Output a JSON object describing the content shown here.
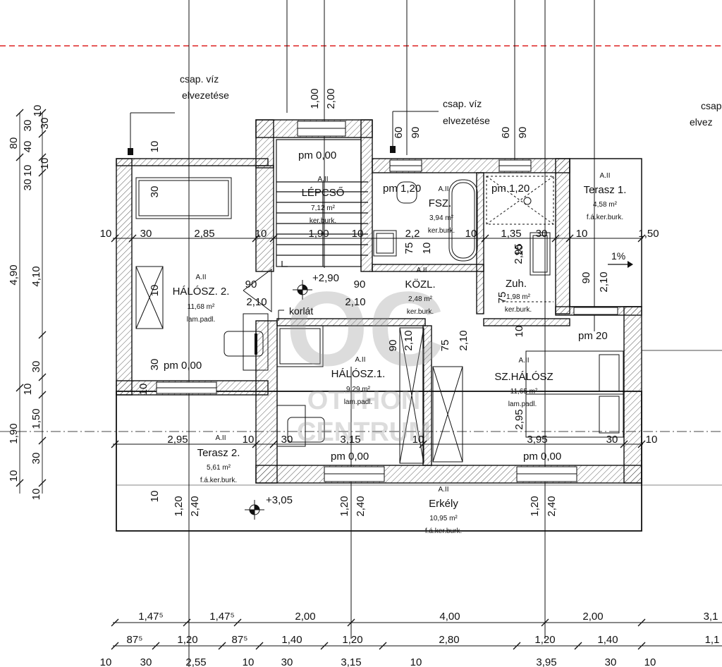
{
  "annotations": {
    "drain_left": [
      "csap. víz",
      "elvezetése"
    ],
    "drain_mid": [
      "csap. víz",
      "elvezetése"
    ],
    "drain_right": [
      "csap",
      "elvez"
    ],
    "railing": "korlát",
    "level_top": "+2,90",
    "level_balcony": "+3,05",
    "slope": "1%"
  },
  "rooms": [
    {
      "code": "A.II",
      "name": "LÉPCSŐ",
      "area": "7,12 m²",
      "finish": "ker.burk."
    },
    {
      "code": "A.II",
      "name": "FSZ.",
      "area": "3,94 m²",
      "finish": "ker.burk."
    },
    {
      "code": "A.II",
      "name": "Terasz 1.",
      "area": "4,58 m²",
      "finish": "f.á.ker.burk."
    },
    {
      "code": "A.II",
      "name": "HÁLÓSZ. 2.",
      "area": "11,68 m²",
      "finish": "lam.padl."
    },
    {
      "code": "A.II",
      "name": "KÖZL.",
      "area": "2,48 m²",
      "finish": "ker.burk."
    },
    {
      "code": "",
      "name": "Zuh.",
      "area": "1,98 m²",
      "finish": "ker.burk."
    },
    {
      "code": "A.II",
      "name": "HÁLÓSZ.1.",
      "area": "9,29 m²",
      "finish": "lam.padl."
    },
    {
      "code": "A.II",
      "name": "SZ.HÁLÓSZ",
      "area": "11,65 m²",
      "finish": "lam.padl."
    },
    {
      "code": "A.II",
      "name": "Terasz 2.",
      "area": "5,61 m²",
      "finish": "f.á.ker.burk."
    },
    {
      "code": "A.II",
      "name": "Erkély",
      "area": "10,95 m²",
      "finish": "f.á.ker.burk."
    }
  ],
  "parapets": [
    "pm 0,00",
    "pm 1,20",
    "pm 1,20",
    "pm 0,00",
    "pm 20",
    "pm 0,00",
    "pm 0,00"
  ],
  "dimensions": {
    "row_mid": [
      "10",
      "30",
      "2,85",
      "10",
      "1,90",
      "10",
      "2,2",
      "10",
      "1,35",
      "30",
      "10",
      "1,50"
    ],
    "row_low": [
      "2,95",
      "10",
      "30",
      "3,15",
      "10",
      "3,95",
      "30",
      "10"
    ],
    "bottom_1": [
      "1,47⁵",
      "1,47⁵",
      "2,00",
      "4,00",
      "2,00",
      "3,1"
    ],
    "bottom_2": [
      "87⁵",
      "1,20",
      "87⁵",
      "1,40",
      "1,20",
      "2,80",
      "1,20",
      "1,40",
      "1,1"
    ],
    "bottom_3": [
      "10",
      "30",
      "2,55",
      "10",
      "30",
      "3,15",
      "10",
      "3,95",
      "30",
      "10"
    ],
    "left_outer": [
      "80",
      "40",
      "30",
      "10",
      "30",
      "4,90",
      "1,90",
      "10"
    ],
    "left_inner": [
      "10",
      "30",
      "10",
      "4,10",
      "30",
      "10",
      "1,50",
      "30",
      "10"
    ],
    "vert_top": [
      "1,00",
      "2,00",
      "60",
      "90",
      "60",
      "90",
      "10"
    ],
    "openings": [
      "90",
      "2,10",
      "90",
      "2,10",
      "90",
      "2,10",
      "75",
      "2,10",
      "90",
      "2,10",
      "1,20",
      "2,40",
      "1,20",
      "2,40",
      "1,20",
      "2,40"
    ],
    "misc": [
      "2,95",
      "75",
      "10",
      "75",
      "10",
      "2,95",
      "10",
      "30",
      "10",
      "30",
      "10",
      "10"
    ]
  },
  "watermark": {
    "mark": "OC",
    "line1": "OTTHON",
    "line2": "CENTRUM"
  }
}
